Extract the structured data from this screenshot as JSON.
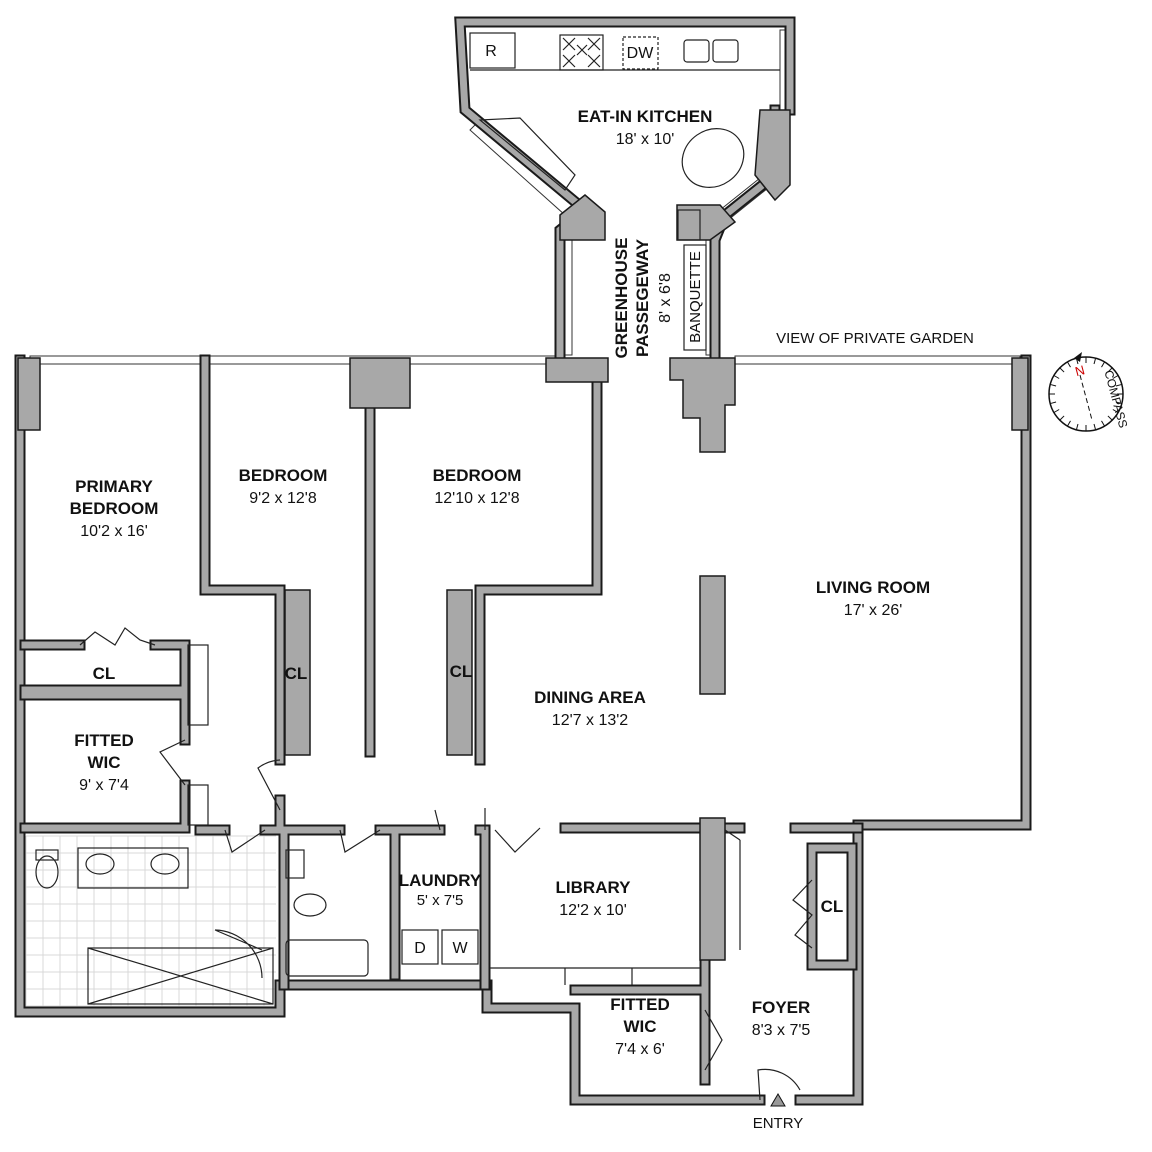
{
  "title": "Apartment floor plan",
  "colors": {
    "wall": "#a8a8a8",
    "outline": "#1a1a1a",
    "compass_north": "#cc0000"
  },
  "rooms": {
    "kitchen": {
      "name": "EAT-IN KITCHEN",
      "size": "18' x 10'"
    },
    "greenhouse": {
      "name1": "GREENHOUSE",
      "name2": "PASSEGEWAY",
      "size": "8' x 6'8"
    },
    "banquette": {
      "name": "BANQUETTE"
    },
    "primary_bedroom": {
      "name1": "PRIMARY",
      "name2": "BEDROOM",
      "size": "10'2 x 16'"
    },
    "bedroom1": {
      "name": "BEDROOM",
      "size": "9'2 x 12'8"
    },
    "bedroom2": {
      "name": "BEDROOM",
      "size": "12'10 x 12'8"
    },
    "living_room": {
      "name": "LIVING ROOM",
      "size": "17' x 26'"
    },
    "dining_area": {
      "name": "DINING AREA",
      "size": "12'7 x 13'2"
    },
    "wic1": {
      "name1": "FITTED",
      "name2": "WIC",
      "size": "9' x 7'4"
    },
    "laundry": {
      "name": "LAUNDRY",
      "size": "5' x 7'5"
    },
    "library": {
      "name": "LIBRARY",
      "size": "12'2 x 10'"
    },
    "wic2": {
      "name1": "FITTED",
      "name2": "WIC",
      "size": "7'4 x 6'"
    },
    "foyer": {
      "name": "FOYER",
      "size": "8'3 x 7'5"
    }
  },
  "closets": [
    "CL",
    "CL",
    "CL",
    "CL"
  ],
  "appliances": {
    "refrigerator": "R",
    "dishwasher": "DW",
    "dryer": "D",
    "washer": "W"
  },
  "labels": {
    "view": "VIEW OF PRIVATE GARDEN",
    "entry": "ENTRY"
  },
  "compass": {
    "north": "N",
    "label": "COMPASS",
    "icon": "compass-icon"
  }
}
